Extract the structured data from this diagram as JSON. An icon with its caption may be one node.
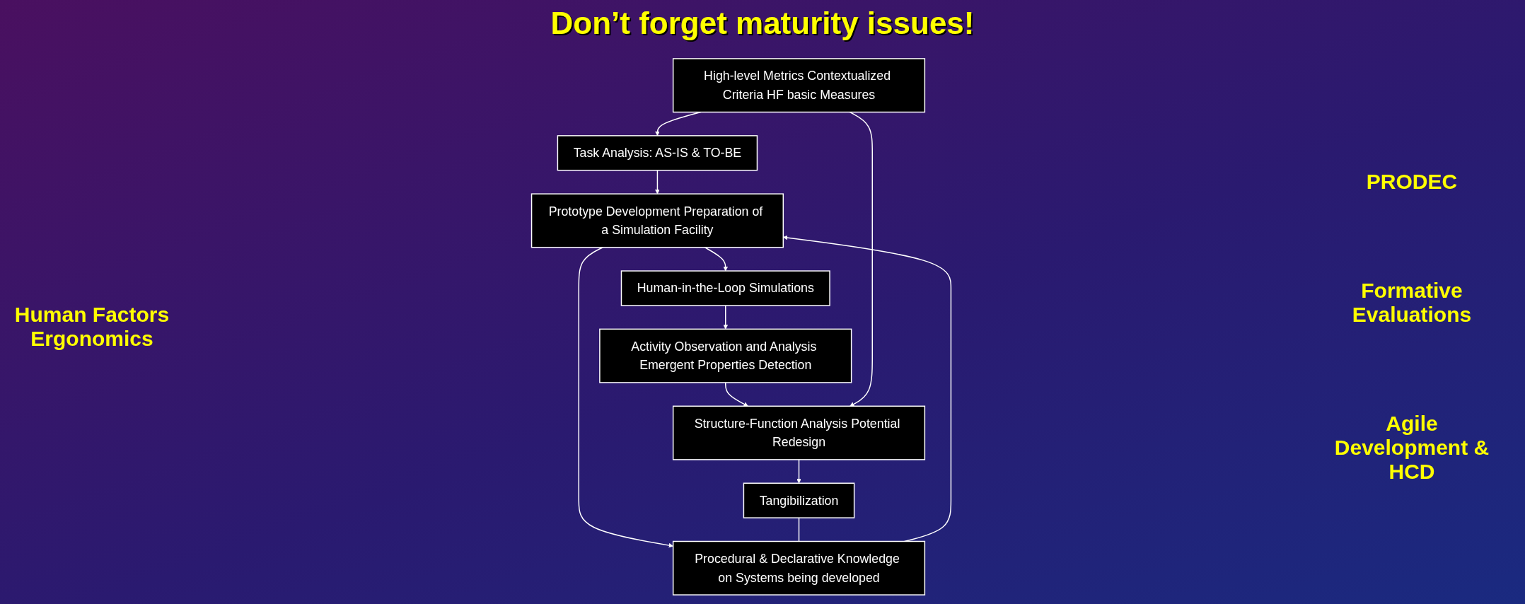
{
  "diagram": {
    "nodes": [
      {
        "text": [
          "Task Analysis: AS-IS & TO-BE"
        ]
      },
      {
        "text": [
          "Prototype Development Preparation of a Simulation Facility"
        ]
      },
      {
        "text": [
          "Procedural & Declarative Knowledge on Systems being developed"
        ]
      },
      {
        "text": [
          "High-level Metrics Contextualized Criteria HF basic Measures"
        ]
      },
      {
        "text": [
          "Human-in-the-Loop Simulations"
        ]
      },
      {
        "text": [
          "Activity Observation and Analysis Emergent Properties Detection"
        ]
      },
      {
        "text": [
          "Structure-Function Analysis Potential Redesign"
        ]
      },
      {
        "text": [
          "Tangibilization"
        ]
      }
    ],
    "edges": [
      {
        "from": 3,
        "to": 0,
        "arrow": "to"
      },
      {
        "from": 0,
        "to": 1,
        "arrow": "to"
      },
      {
        "from": 1,
        "to": 2,
        "arrow": "to"
      },
      {
        "from": 2,
        "to": 1,
        "arrow": "to"
      },
      {
        "from": 1,
        "to": 4,
        "arrow": "to"
      },
      {
        "from": 4,
        "to": 5,
        "arrow": "to"
      },
      {
        "from": 5,
        "to": 6,
        "arrow": "to"
      },
      {
        "from": 3,
        "to": 6,
        "arrow": "to"
      },
      {
        "from": 6,
        "to": 7,
        "arrow": "to"
      },
      {
        "from": 7,
        "to": 2,
        "arrow": "none"
      }
    ],
    "labels": [
      "Human Factors Ergonomics",
      "PRODEC",
      "Formative Evaluations",
      "Agile Development & HCD",
      "Don’t forget maturity issues!"
    ]
  }
}
